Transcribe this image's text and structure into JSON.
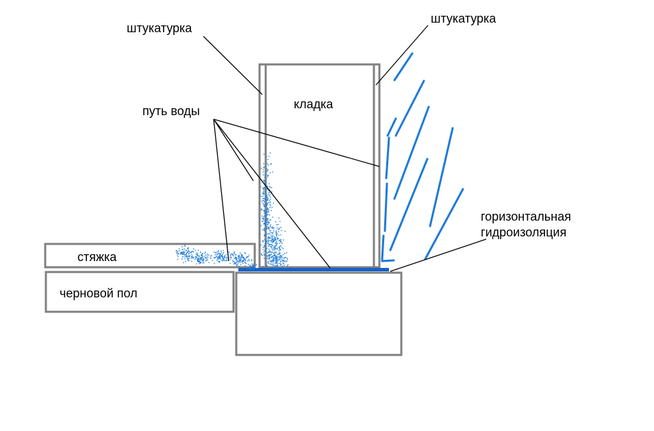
{
  "labels": {
    "plaster_left": "штукатурка",
    "plaster_right": "штукатурка",
    "masonry": "кладка",
    "water_path": "путь воды",
    "screed": "стяжка",
    "subfloor": "черновой пол",
    "waterproofing_line1": "горизонтальная",
    "waterproofing_line2": "гидроизоляция"
  },
  "colors": {
    "structure_outline": "#808080",
    "water": "#1f7bd6",
    "waterproofing": "#1560c8",
    "leader_line": "#000000"
  }
}
